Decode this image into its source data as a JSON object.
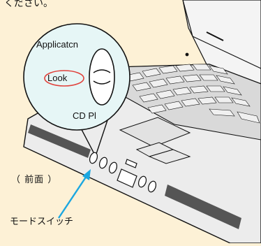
{
  "caption_top": "ください。",
  "front_label": "（ 前面 ）",
  "mode_switch_label": "モードスイッチ",
  "zoom": {
    "application": "Applicatcn",
    "look": "Look",
    "cd_player": "CD Pl"
  },
  "colors": {
    "background": "#fdf1d6",
    "zoom_fill": "#e6f6f6",
    "accent": "#1ba7e0",
    "highlight": "#e0413b"
  }
}
